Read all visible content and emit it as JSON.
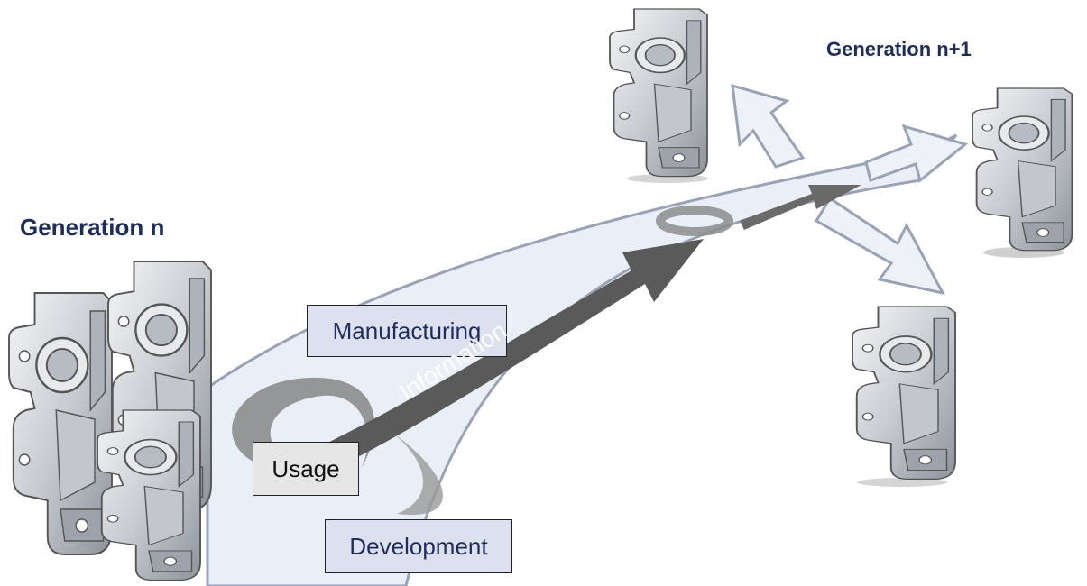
{
  "generation_current": {
    "title": "Generation n"
  },
  "generation_next": {
    "title": "Generation n+1"
  },
  "stages": {
    "manufacturing": "Manufacturing",
    "usage": "Usage",
    "development": "Development"
  },
  "flow": {
    "label": "Information"
  },
  "colors": {
    "title_navy": "#1f2d5a",
    "path_fill": "#e9eef7",
    "path_stroke": "#9aa3b6",
    "info_arrow": "#5a5a5a",
    "loop_gray": "#8c8c8c",
    "box_lavender": "#dde1ef",
    "box_gray": "#e6e6e6"
  },
  "icons": [
    "bracket-part-icon"
  ]
}
